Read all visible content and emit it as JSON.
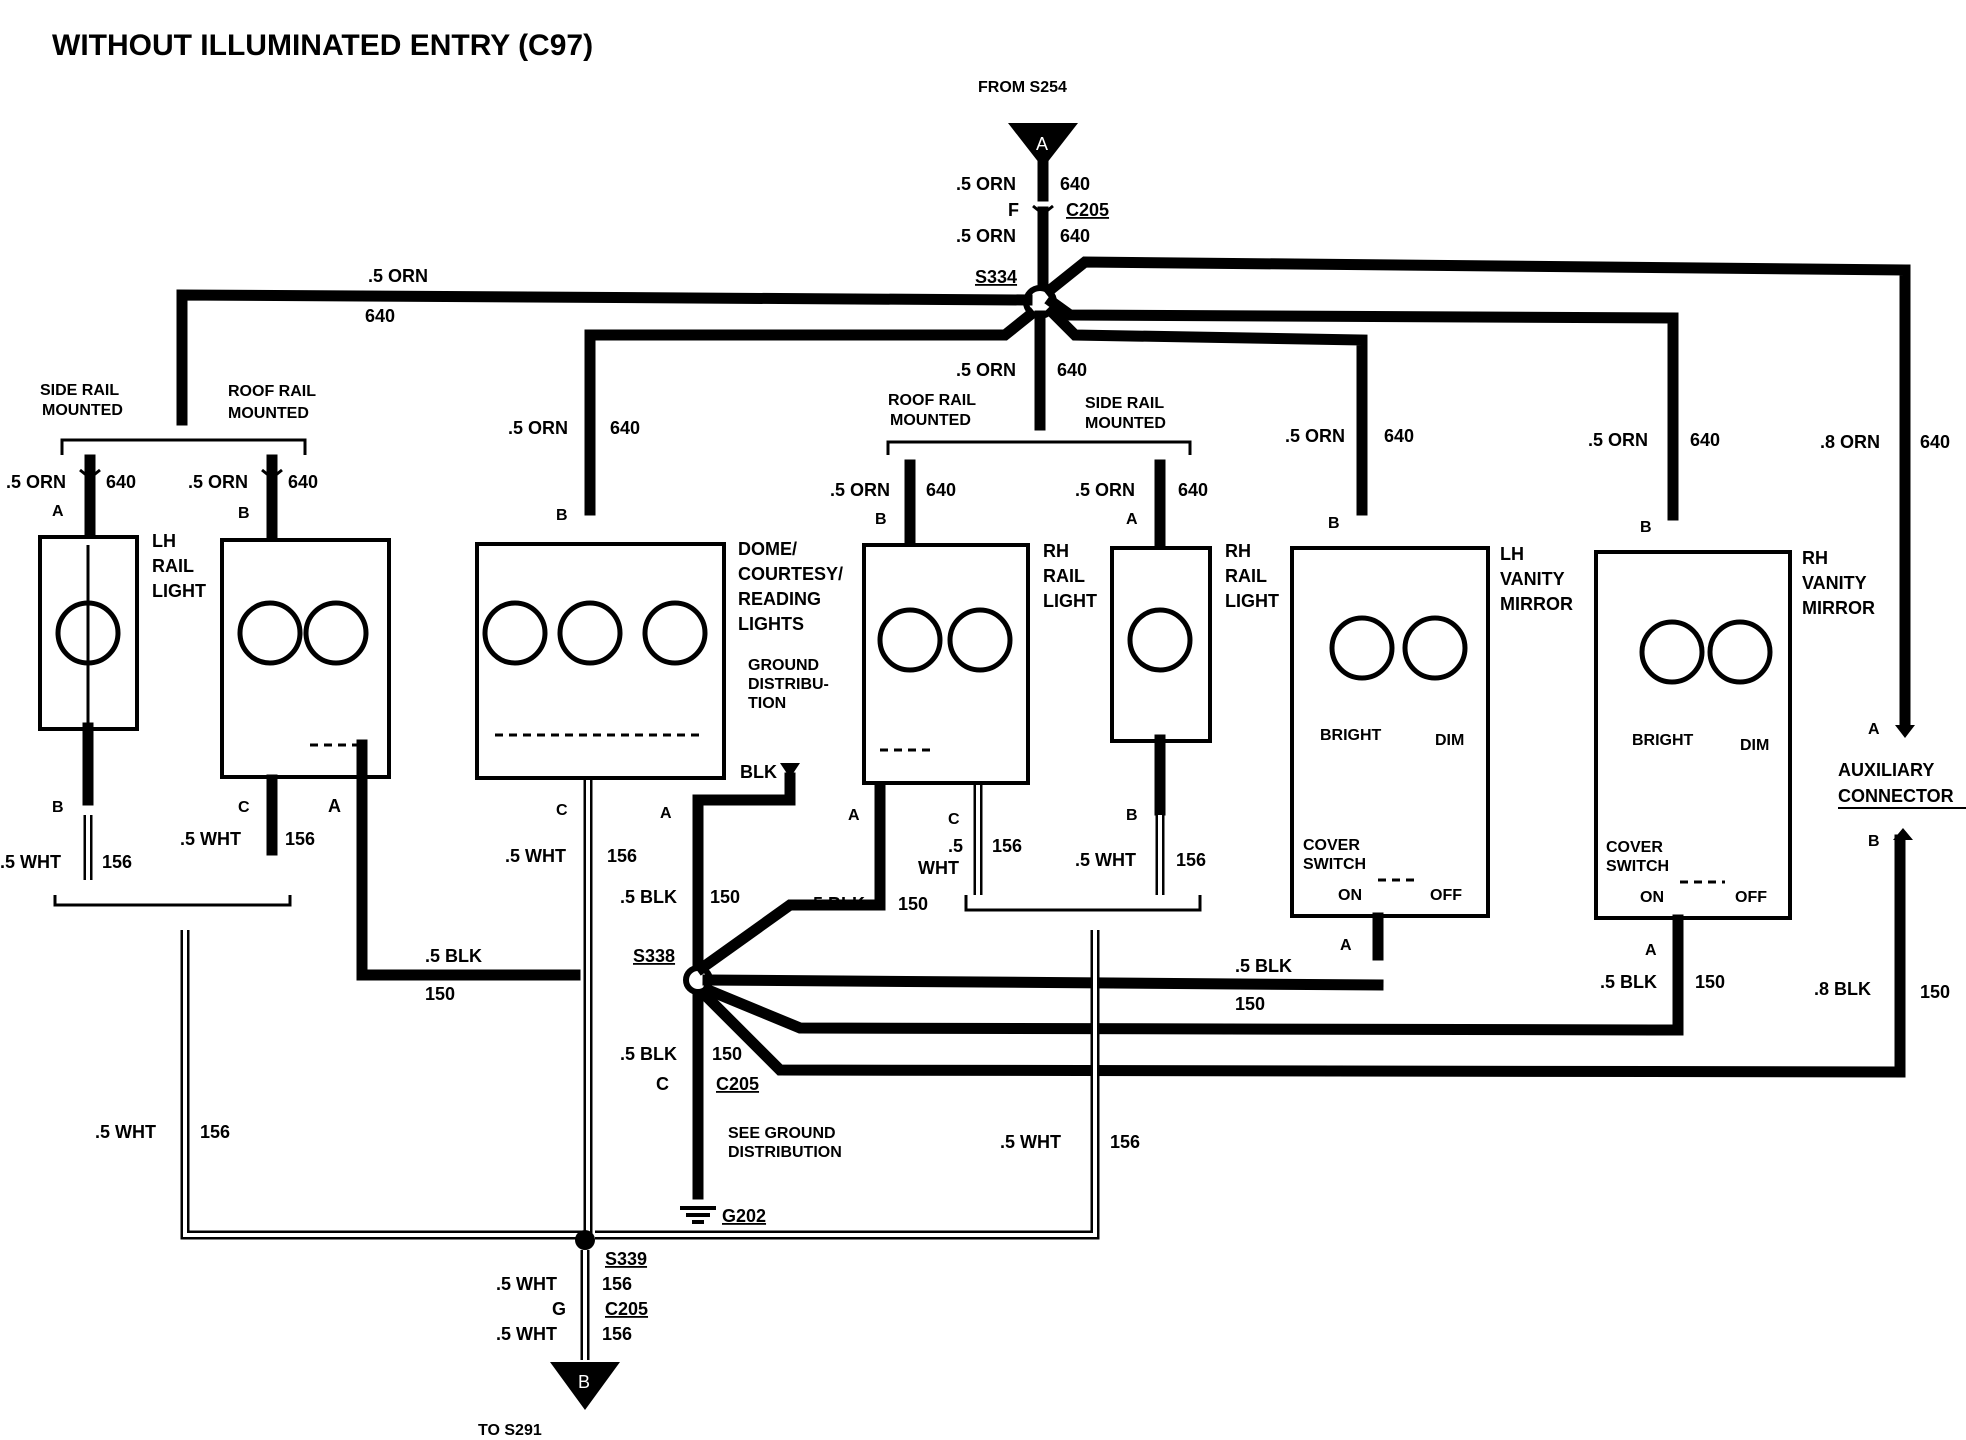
{
  "title": "WITHOUT ILLUMINATED ENTRY (C97)",
  "source_from": "FROM S254",
  "source_to": "TO S291",
  "conn_a": "A",
  "conn_b": "B",
  "wires": {
    "orn05": ".5 ORN",
    "orn08": ".8 ORN",
    "c640": "640",
    "blk05": ".5 BLK",
    "blk08": ".8 BLK",
    "c150": "150",
    "wht05": ".5 WHT",
    "wht": "WHT",
    "five": ".5",
    "c156": "156",
    "blk": "BLK"
  },
  "connectors": {
    "c205": "C205",
    "s334": "S334",
    "s338": "S338",
    "s339": "S339",
    "g202": "G202",
    "pin_a": "A",
    "pin_b": "B",
    "pin_c": "C",
    "pin_f": "F",
    "pin_g": "G"
  },
  "mount_labels": {
    "side_rail": "SIDE RAIL",
    "roof_rail": "ROOF RAIL",
    "mounted": "MOUNTED"
  },
  "components": {
    "lh_rail_light": [
      "LH",
      "RAIL",
      "LIGHT"
    ],
    "rh_rail_light": [
      "RH",
      "RAIL",
      "LIGHT"
    ],
    "dome": [
      "DOME/",
      "COURTESY/",
      "READING",
      "LIGHTS"
    ],
    "lh_vanity": [
      "LH",
      "VANITY",
      "MIRROR"
    ],
    "rh_vanity": [
      "RH",
      "VANITY",
      "MIRROR"
    ],
    "aux": [
      "AUXILIARY",
      "CONNECTOR"
    ],
    "ground_dist": [
      "GROUND",
      "DISTRIBU-",
      "TION"
    ],
    "see_ground": [
      "SEE GROUND",
      "DISTRIBUTION"
    ]
  },
  "switch_labels": {
    "bright": "BRIGHT",
    "dim": "DIM",
    "cover": "COVER",
    "switch": "SWITCH",
    "on": "ON",
    "off": "OFF"
  },
  "colors": {
    "wire": "#000000",
    "background": "#ffffff"
  }
}
